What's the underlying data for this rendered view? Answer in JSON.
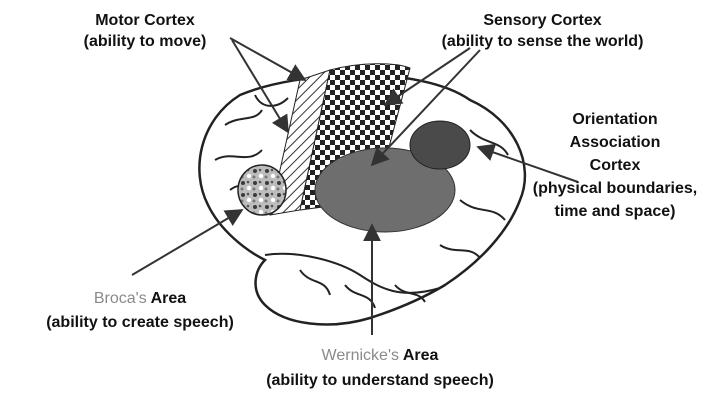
{
  "labels": {
    "motor": {
      "title": "Motor Cortex",
      "desc": "(ability to move)"
    },
    "sensory": {
      "title": "Sensory Cortex",
      "desc": "(ability to sense the world)"
    },
    "orientation": {
      "line1": "Orientation",
      "line2": "Association",
      "line3": "Cortex",
      "line4": "(physical boundaries,",
      "line5": "time and space)"
    },
    "broca": {
      "name": "Broca's",
      "area": "Area",
      "desc": "(ability to create speech)"
    },
    "wernicke": {
      "name": "Wernicke's",
      "area": "Area",
      "desc": "(ability to understand speech)"
    }
  }
}
